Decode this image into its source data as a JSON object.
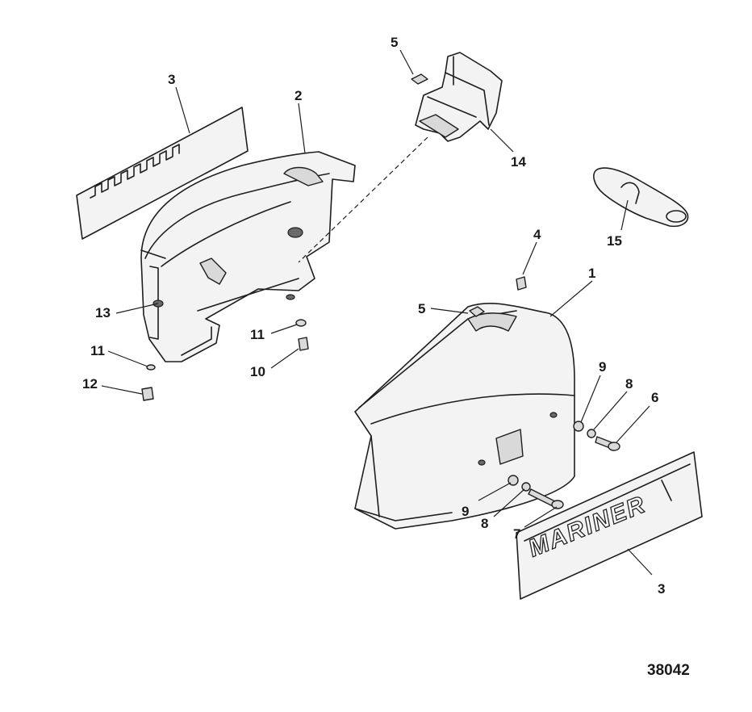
{
  "labels": {
    "decal_left": "3",
    "lower_cowl_left": "2",
    "clip_top": "5",
    "bracket": "14",
    "handle": "15",
    "screw_top": "4",
    "lower_cowl_right": "1",
    "clip_right": "5",
    "nut_left": "13",
    "washer_center": "11",
    "screw_center": "10",
    "washer_left": "11",
    "screw_left": "12",
    "washer_upper": "9",
    "lockwasher_upper": "8",
    "bolt_upper": "6",
    "washer_lower": "9",
    "lockwasher_lower": "8",
    "bolt_lower": "7",
    "decal_right": "3"
  },
  "decal_logo": "MARINER",
  "figure_number": "38042"
}
